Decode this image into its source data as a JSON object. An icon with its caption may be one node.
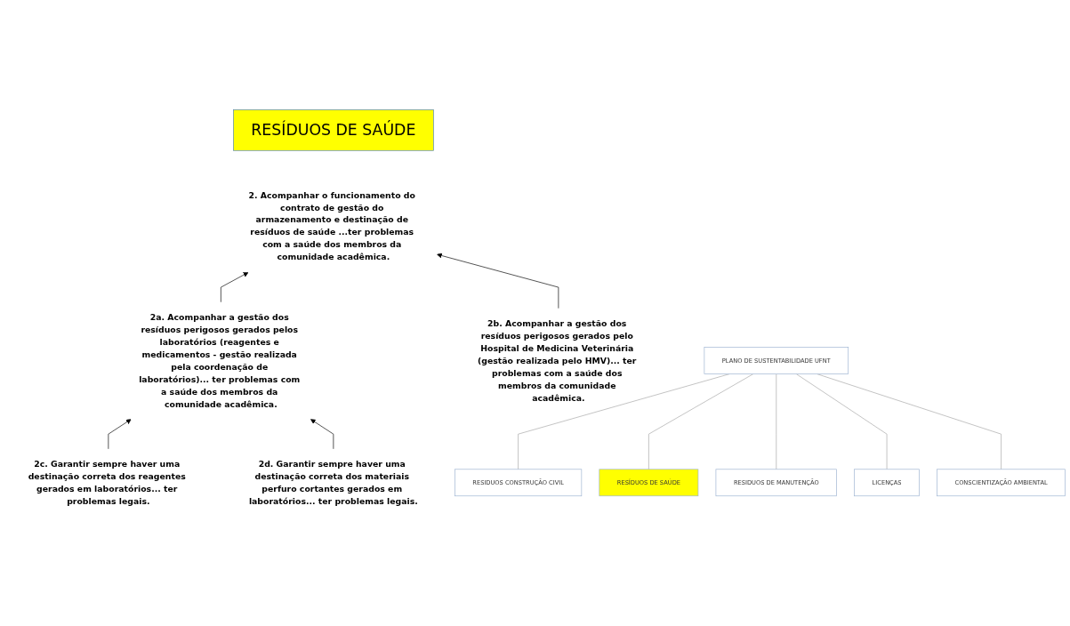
{
  "diagram": {
    "nodes": [
      {
        "text": [
          "RESÍDUOS DE SAÚDE"
        ]
      },
      {
        "text": [
          "2. Acompanhar o funcionamento do contrato de gestão do armazenamento e destinação de resíduos de saúde ...ter problemas com a saúde dos membros da comunidade acadêmica."
        ]
      },
      {
        "text": [
          "2a. Acompanhar a gestão dos resíduos perigosos gerados pelos laboratórios (reagentes e medicamentos - gestão realizada pela coordenação de laboratórios)... ter problemas com a saúde dos membros da comunidade acadêmica."
        ]
      },
      {
        "text": [
          "2b. Acompanhar a gestão dos resíduos perigosos gerados pelo Hospital de Medicina Veterinária (gestão realizada pelo HMV)... ter problemas com a saúde dos membros da comunidade acadêmica."
        ]
      },
      {
        "text": [
          "2c. Garantir sempre haver uma destinação correta dos reagentes gerados em laboratórios... ter problemas legais."
        ]
      },
      {
        "text": [
          "2d. Garantir sempre haver uma destinação correta dos materiais perfuro cortantes gerados em laboratórios... ter problemas legais."
        ]
      },
      {
        "text": [
          "PLANO DE SUSTENTABILIDADE UFNT"
        ]
      },
      {
        "text": [
          "RESIDUOS CONSTRUÇÃO CIVIL"
        ]
      },
      {
        "text": [
          "RESÍDUOS DE SAÚDE"
        ]
      },
      {
        "text": [
          "RESIDUOS DE MANUTENÇÃO"
        ]
      },
      {
        "text": [
          "LICENÇAS"
        ]
      },
      {
        "text": [
          "CONSCIENTIZAÇÃO AMBIENTAL"
        ]
      }
    ],
    "edges": [
      {
        "from": 2,
        "to": 1,
        "arrow": "to",
        "color": "#000000"
      },
      {
        "from": 3,
        "to": 1,
        "arrow": "to",
        "color": "#000000"
      },
      {
        "from": 4,
        "to": 2,
        "arrow": "to",
        "color": "#000000"
      },
      {
        "from": 5,
        "to": 2,
        "arrow": "to",
        "color": "#000000"
      },
      {
        "from": 6,
        "to": 7,
        "arrow": "none",
        "color": "#a6a6a6"
      },
      {
        "from": 6,
        "to": 8,
        "arrow": "none",
        "color": "#a6a6a6"
      },
      {
        "from": 6,
        "to": 9,
        "arrow": "none",
        "color": "#a6a6a6"
      },
      {
        "from": 6,
        "to": 10,
        "arrow": "none",
        "color": "#a6a6a6"
      },
      {
        "from": 6,
        "to": 11,
        "arrow": "none",
        "color": "#a6a6a6"
      }
    ]
  }
}
